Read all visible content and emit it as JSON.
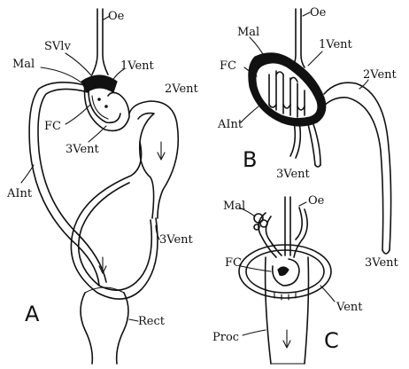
{
  "diagram": {
    "ink_color": "#111111",
    "background_color": "#ffffff",
    "panels": [
      {
        "id": "A",
        "letter": "A",
        "labels": {
          "oe": "Oe",
          "svlv": "SVlv",
          "mal": "Mal",
          "vent1": "1Vent",
          "vent2": "2Vent",
          "fc": "FC",
          "vent3_inner": "3Vent",
          "aint": "AInt",
          "vent3_outer": "3Vent",
          "rect": "Rect"
        }
      },
      {
        "id": "B",
        "letter": "B",
        "labels": {
          "oe": "Oe",
          "mal": "Mal",
          "vent1": "1Vent",
          "fc": "FC",
          "vent2": "2Vent",
          "aint": "AInt",
          "vent3_left": "3Vent",
          "vent3_right": "3Vent"
        }
      },
      {
        "id": "C",
        "letter": "C",
        "labels": {
          "oe": "Oe",
          "mal": "Mal",
          "fc": "FC",
          "vent": "Vent",
          "proc": "Proc"
        }
      }
    ]
  }
}
